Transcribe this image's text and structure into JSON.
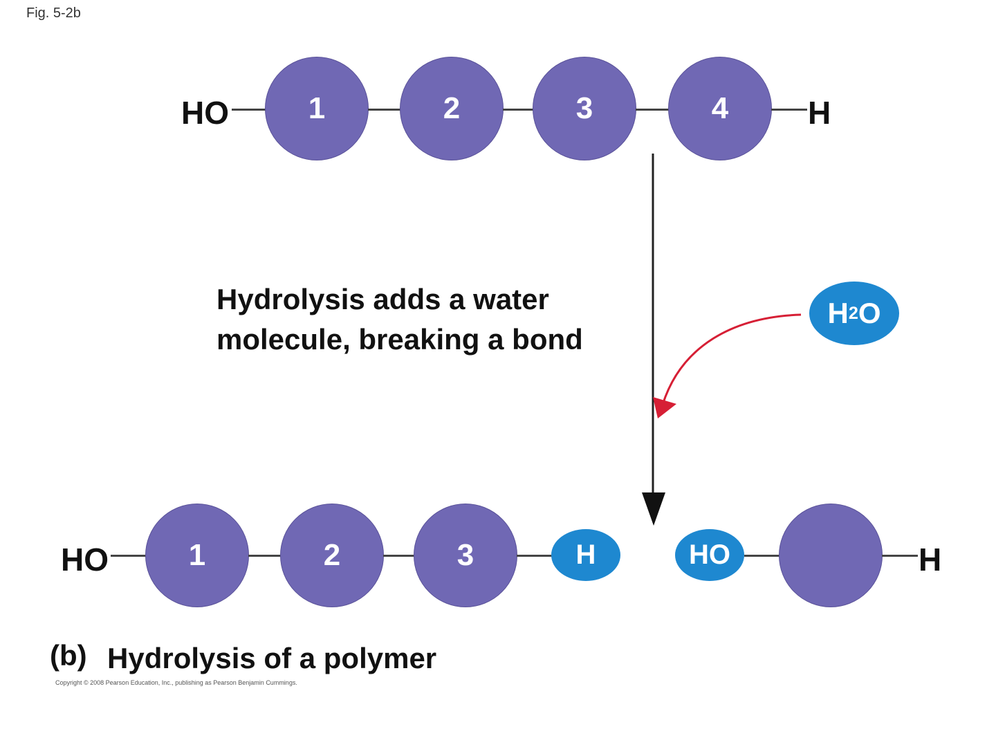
{
  "figure_label": "Fig. 5-2b",
  "top_chain": {
    "left_group": "HO",
    "monomers": [
      "1",
      "2",
      "3",
      "4"
    ],
    "right_group": "H"
  },
  "caption": {
    "line1": "Hydrolysis adds a water",
    "line2": "molecule, breaking a bond"
  },
  "water": {
    "text": "H",
    "subscript": "2",
    "suffix": "O"
  },
  "bottom_chain": {
    "left_group": "HO",
    "monomers": [
      "1",
      "2",
      "3"
    ],
    "cleaved_h": "H",
    "cleaved_ho": "HO",
    "free_monomer": "",
    "right_group": "H"
  },
  "panel": {
    "letter": "(b)",
    "title": "Hydrolysis of a polymer"
  },
  "copyright": "Copyright © 2008 Pearson Education, Inc., publishing as Pearson Benjamin Cummings.",
  "colors": {
    "monomer": "#7068b4",
    "water": "#1e88d0",
    "red_arrow": "#d61f35",
    "black_arrow": "#222222"
  }
}
